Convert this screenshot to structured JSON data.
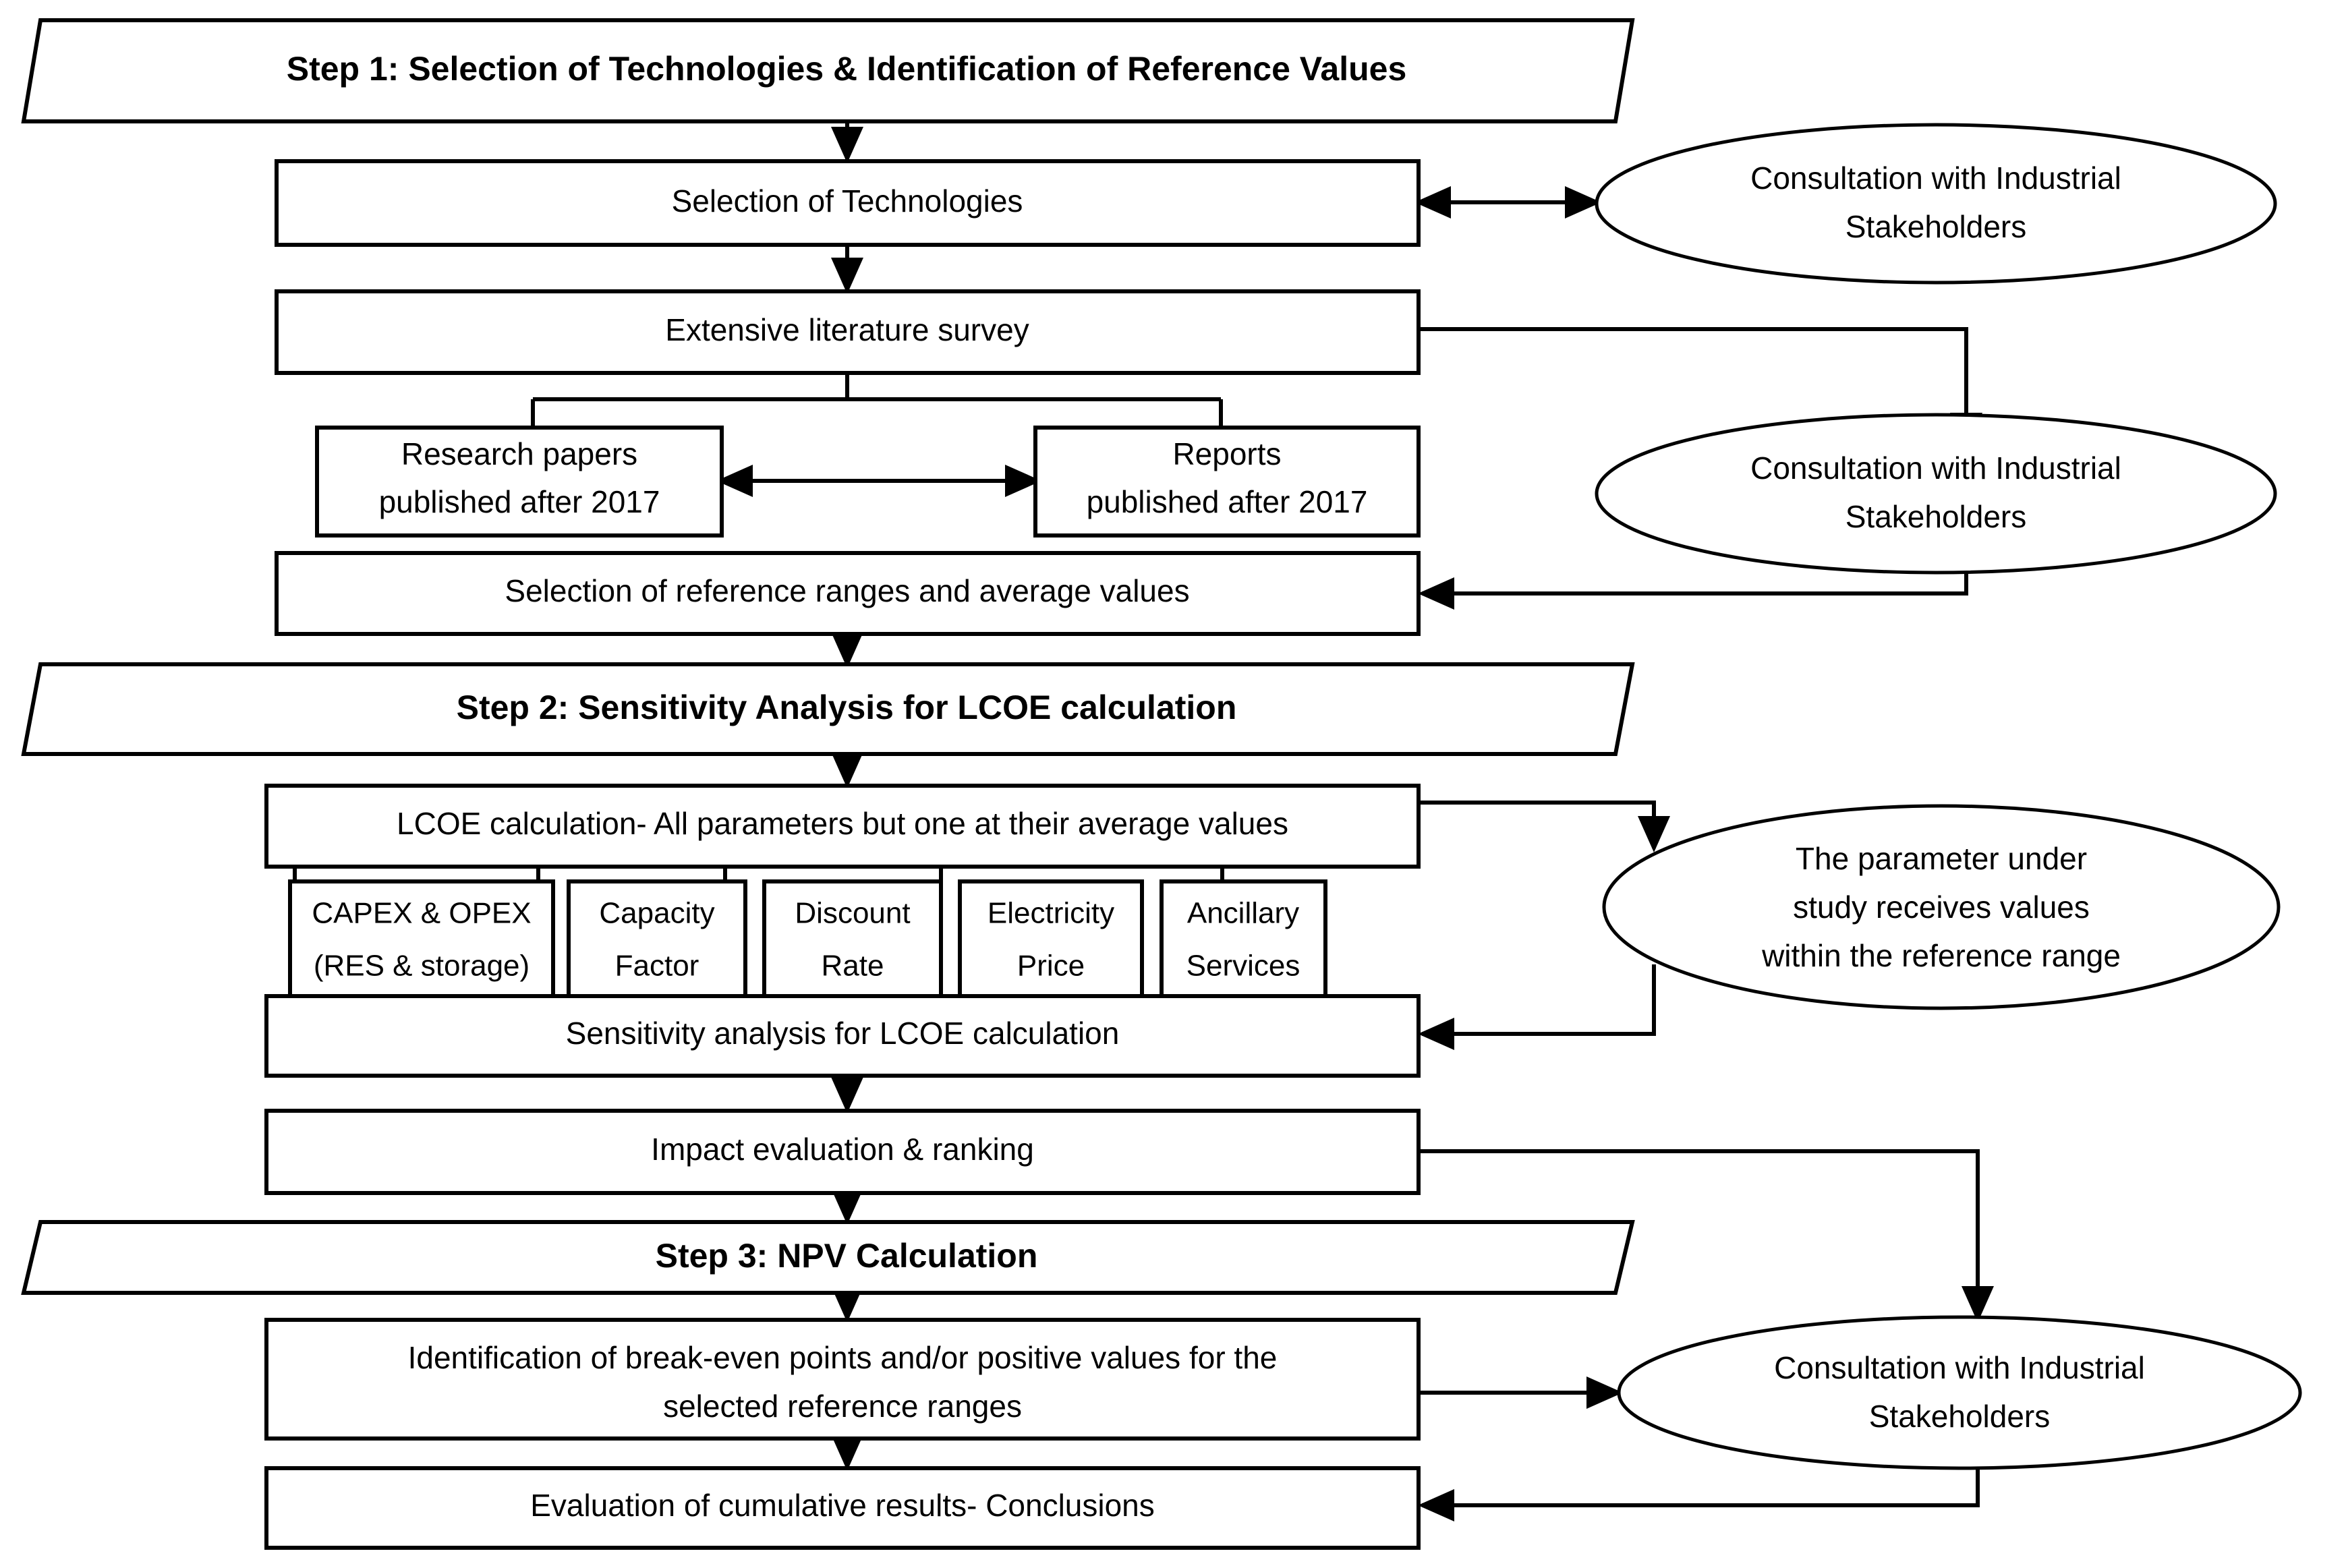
{
  "diagram": {
    "title": "Three-step methodology flowchart for LCOE and NPV assessment",
    "stroke_color": "#000000",
    "fill_color": "#ffffff",
    "background": "#ffffff"
  },
  "banners": {
    "step1": "Step 1:  Selection of Technologies & Identification of Reference Values",
    "step2": "Step 2:  Sensitivity Analysis for LCOE calculation",
    "step3": "Step 3: NPV Calculation"
  },
  "boxes": {
    "selection_of_technologies": "Selection of Technologies",
    "extensive_literature_survey": "Extensive literature survey",
    "research_papers_l1": "Research papers",
    "research_papers_l2": "published after 2017",
    "reports_l1": "Reports",
    "reports_l2": "published after 2017",
    "selection_of_reference_ranges": "Selection of reference ranges and average values",
    "lcoe_calculation": "LCOE calculation- All parameters but one at their average values",
    "sensitivity_analysis": "Sensitivity analysis for LCOE calculation",
    "impact_evaluation": "Impact evaluation & ranking",
    "identification_breakeven_l1": "Identification of break-even points and/or positive values for the",
    "identification_breakeven_l2": "selected reference ranges",
    "evaluation_cumulative": "Evaluation of cumulative results- Conclusions"
  },
  "parameters": [
    {
      "line1": "CAPEX & OPEX",
      "line2": "(RES & storage)"
    },
    {
      "line1": "Capacity",
      "line2": "Factor"
    },
    {
      "line1": "Discount",
      "line2": "Rate"
    },
    {
      "line1": "Electricity",
      "line2": "Price"
    },
    {
      "line1": "Ancillary",
      "line2": "Services"
    }
  ],
  "ellipses": {
    "consultation_top": {
      "line1": "Consultation with Industrial",
      "line2": "Stakeholders"
    },
    "consultation_mid": {
      "line1": "Consultation with Industrial",
      "line2": "Stakeholders"
    },
    "parameter_under_study": {
      "line1": "The parameter under",
      "line2": "study receives values",
      "line3": "within the reference range"
    },
    "consultation_bottom": {
      "line1": "Consultation with Industrial",
      "line2": "Stakeholders"
    }
  }
}
